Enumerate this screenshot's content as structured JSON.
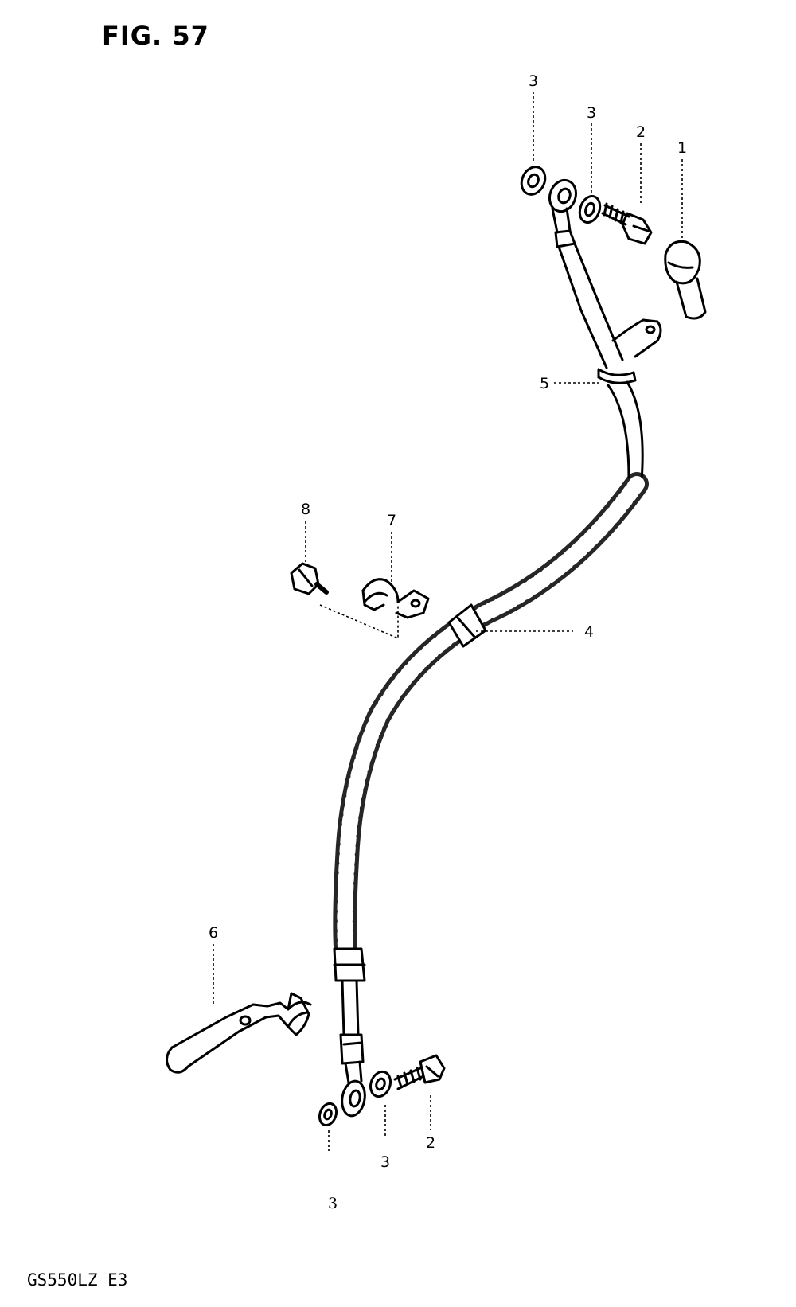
{
  "figure": {
    "title": "FIG. 57",
    "model_code": "GS550LZ E3",
    "stray_mark": "3"
  },
  "callouts": [
    {
      "id": "c-3a",
      "label": "3"
    },
    {
      "id": "c-3b",
      "label": "3"
    },
    {
      "id": "c-2a",
      "label": "2"
    },
    {
      "id": "c-1",
      "label": "1"
    },
    {
      "id": "c-5",
      "label": "5"
    },
    {
      "id": "c-8",
      "label": "8"
    },
    {
      "id": "c-7",
      "label": "7"
    },
    {
      "id": "c-4",
      "label": "4"
    },
    {
      "id": "c-6",
      "label": "6"
    },
    {
      "id": "c-2b",
      "label": "2"
    },
    {
      "id": "c-3c",
      "label": "3"
    }
  ],
  "colors": {
    "ink": "#000000",
    "paper": "#ffffff"
  }
}
